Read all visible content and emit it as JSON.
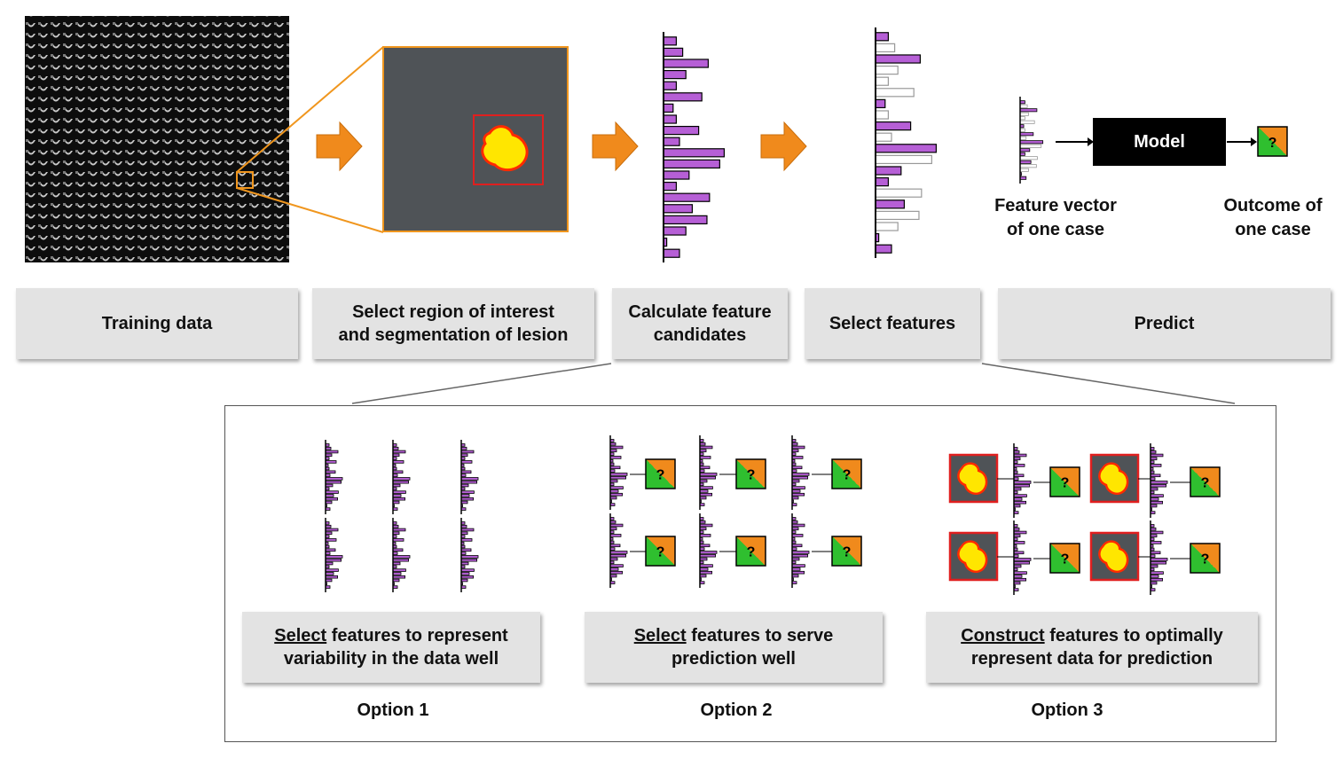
{
  "pipeline": {
    "stages": [
      {
        "id": "training",
        "label": "Training data"
      },
      {
        "id": "roi",
        "label": "Select region of interest\nand segmentation of lesion"
      },
      {
        "id": "calc",
        "label": "Calculate feature\ncandidates"
      },
      {
        "id": "select",
        "label": "Select features"
      },
      {
        "id": "predict",
        "label": "Predict"
      }
    ]
  },
  "predict_panel": {
    "model_label": "Model",
    "unknown_symbol": "?",
    "feature_vector_caption": "Feature vector\nof one case",
    "outcome_caption": "Outcome of\none case"
  },
  "options": [
    {
      "name": "Option 1",
      "keyword": "Select",
      "rest_line1": " features to represent",
      "line2": "variability in the data well"
    },
    {
      "name": "Option 2",
      "keyword": "Select",
      "rest_line1": " features to serve",
      "line2": "prediction well"
    },
    {
      "name": "Option 3",
      "keyword": "Construct",
      "rest_line1": " features to optimally",
      "line2": "represent data for prediction"
    }
  ],
  "colors": {
    "feature_bar": "#b65fd6",
    "unselected_bar": "#ffffff",
    "arrow": "#f08a1c",
    "roi_background": "#4f5357",
    "lesion": "#ffe600",
    "lesion_outline": "#ff2a00",
    "roi_frame": "#e01f1f",
    "outcome_green": "#2fbf2f",
    "outcome_orange": "#f08a1c",
    "zoom_lines": "#f0961e",
    "stage_box": "#e3e3e3"
  },
  "feature_vector": {
    "values": [
      0.2,
      0.3,
      0.7,
      0.35,
      0.2,
      0.6,
      0.15,
      0.2,
      0.55,
      0.25,
      0.95,
      0.88,
      0.4,
      0.2,
      0.72,
      0.45,
      0.68,
      0.35,
      0.05,
      0.25
    ],
    "selected": [
      true,
      false,
      true,
      false,
      false,
      false,
      true,
      false,
      true,
      false,
      true,
      false,
      true,
      true,
      false,
      true,
      false,
      false,
      true,
      true
    ]
  }
}
